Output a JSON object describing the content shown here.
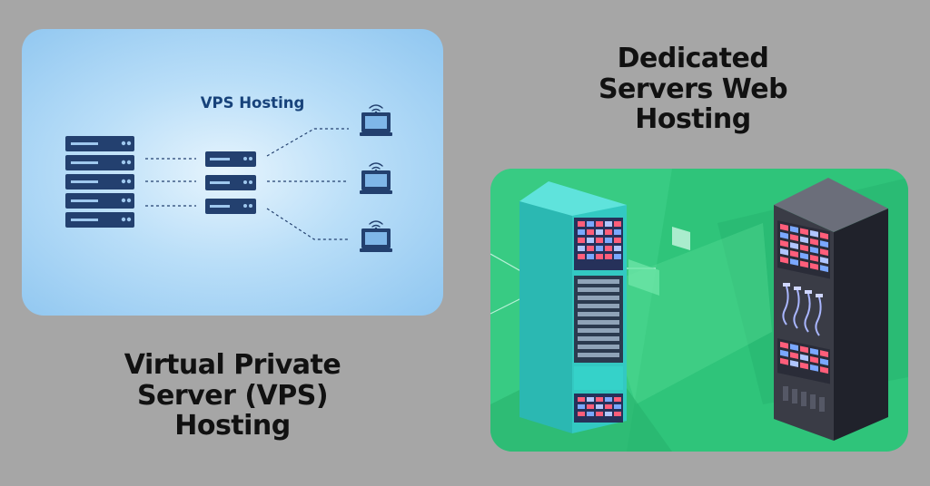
{
  "vps_panel": {
    "title": "VPS Hosting"
  },
  "captions": {
    "dedicated": [
      "Dedicated",
      "Servers Web",
      "Hosting"
    ],
    "vps": [
      "Virtual Private",
      "Server (VPS)",
      "Hosting"
    ]
  },
  "colors": {
    "page_background": "#a6a6a6",
    "vps_panel": "#b9def8",
    "vps_server": "#23406f",
    "dedicated_panel": "#2fc47a",
    "rack_teal": "#33c9c2",
    "rack_dark": "#3a3c46"
  },
  "icons": [
    "server-stack-icon",
    "server-unit-icon",
    "laptop-icon",
    "wifi-icon"
  ]
}
